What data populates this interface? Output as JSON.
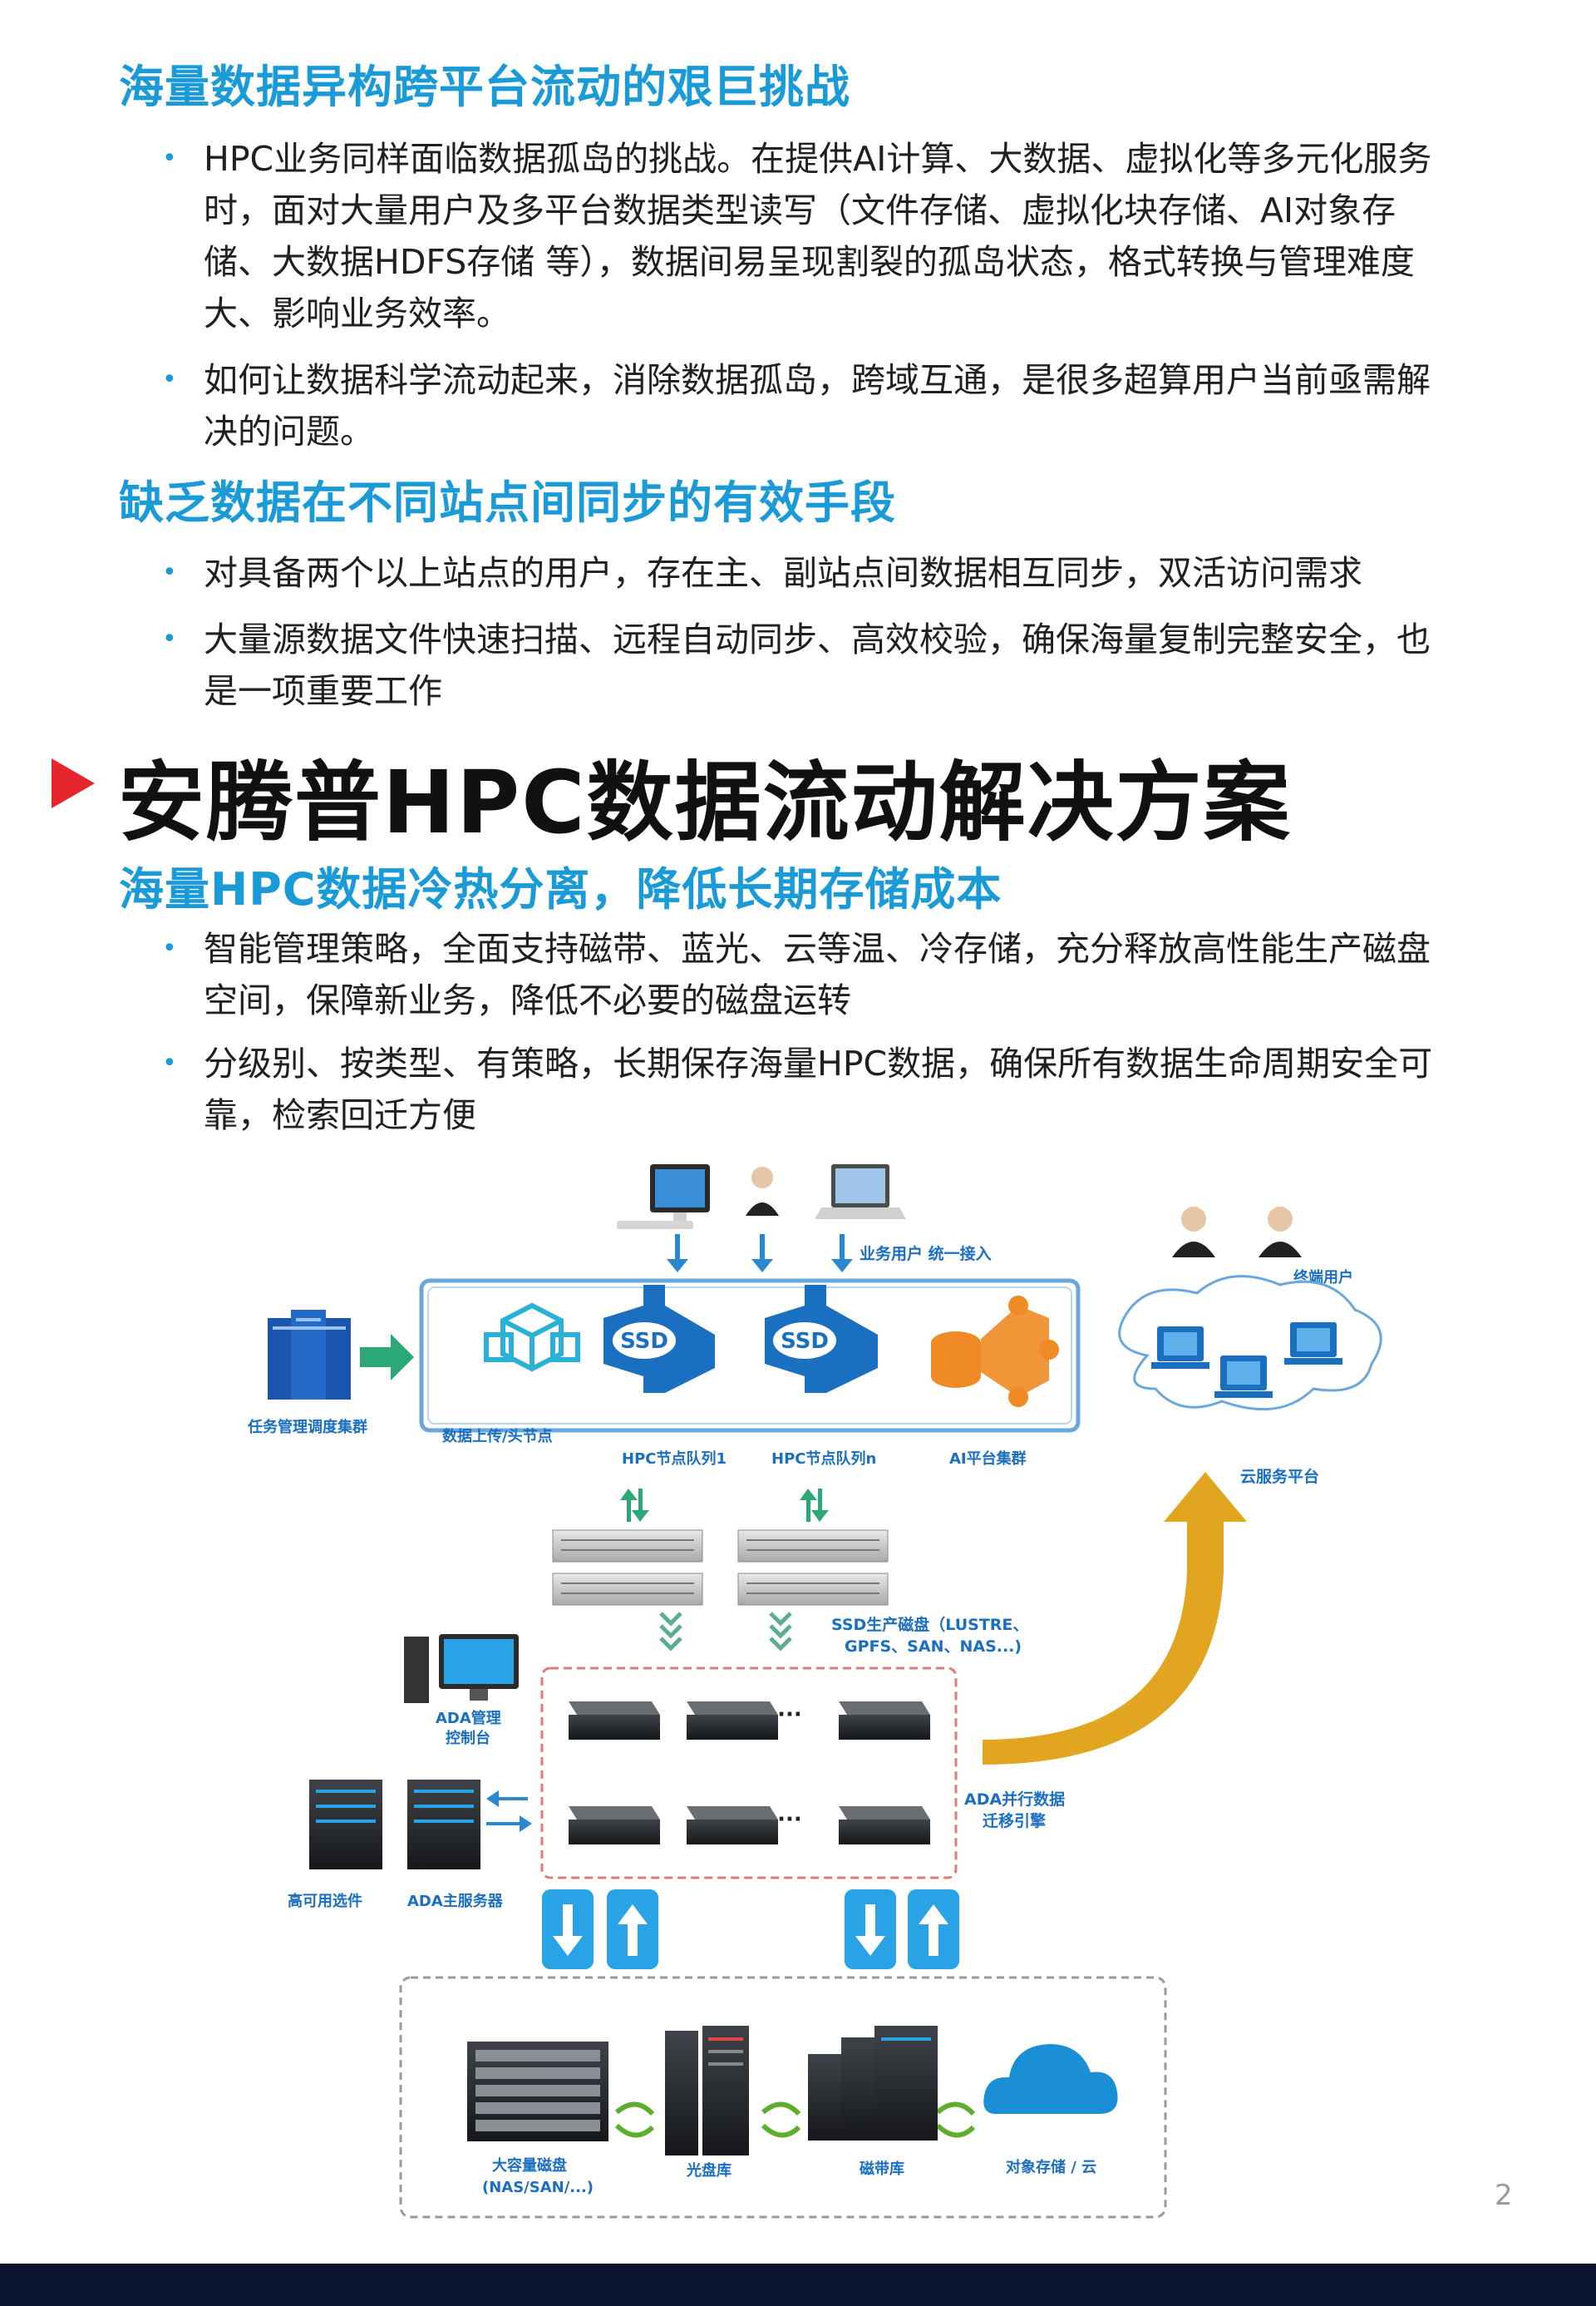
{
  "section1": {
    "heading": "海量数据异构跨平台流动的艰巨挑战",
    "bullets": [
      "HPC业务同样面临数据孤岛的挑战。在提供AI计算、大数据、虚拟化等多元化服务时，面对大量用户及多平台数据类型读写（文件存储、虚拟化块存储、AI对象存储、大数据HDFS存储 等），数据间易呈现割裂的孤岛状态，格式转换与管理难度大、影响业务效率。",
      "如何让数据科学流动起来，消除数据孤岛，跨域互通，是很多超算用户当前亟需解决的问题。"
    ]
  },
  "section2": {
    "heading": "缺乏数据在不同站点间同步的有效手段",
    "bullets": [
      "对具备两个以上站点的用户，存在主、副站点间数据相互同步，双活访问需求",
      "大量源数据文件快速扫描、远程自动同步、高效校验，确保海量复制完整安全，也是一项重要工作"
    ]
  },
  "main_title": "安腾普HPC数据流动解决方案",
  "section3": {
    "heading": "海量HPC数据冷热分离，降低长期存储成本",
    "bullets": [
      "智能管理策略，全面支持磁带、蓝光、云等温、冷存储，充分释放高性能生产磁盘空间，保障新业务，降低不必要的磁盘运转",
      "分级别、按类型、有策略，长期保存海量HPC数据，确保所有数据生命周期安全可靠，检索回迁方便"
    ]
  },
  "diagram": {
    "business_users": "业务用户 统一接入",
    "terminal_users": "终端用户",
    "cloud_platform": "云服务平台",
    "scheduler": "任务管理调度集群",
    "upload_node": "数据上传/头节点",
    "hpc_queue_1": "HPC节点队列1",
    "hpc_queue_n": "HPC节点队列n",
    "ai_cluster": "AI平台集群",
    "ssd_label": "SSD",
    "ssd_disk_line1": "SSD生产磁盘（LUSTRE、",
    "ssd_disk_line2": "GPFS、SAN、NAS...)",
    "ada_console_line1": "ADA管理",
    "ada_console_line2": "控制台",
    "ada_engine_line1": "ADA并行数据",
    "ada_engine_line2": "迁移引擎",
    "ha_option": "高可用选件",
    "ada_server": "ADA主服务器",
    "ellipsis": "···",
    "bulk_disk_line1": "大容量磁盘",
    "bulk_disk_line2": "(NAS/SAN/...)",
    "optical_lib": "光盘库",
    "tape_lib": "磁带库",
    "object_cloud": "对象存储 / 云"
  },
  "page_number": "2",
  "colors": {
    "heading_blue": "#1a9ad6",
    "title_red_triangle": "#e5262c",
    "footer": "#0c1530",
    "diagram_blue": "#1a6fc0",
    "diagram_cyan": "#2bb0d8",
    "diagram_orange": "#f08a24",
    "diagram_gold": "#e2a520",
    "diagram_green": "#2aa876"
  }
}
